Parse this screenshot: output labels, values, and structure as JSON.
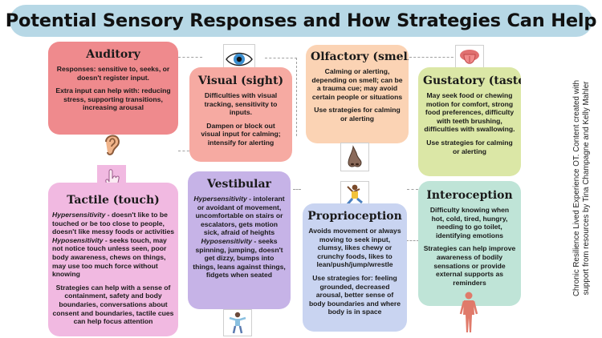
{
  "title": "Potential Sensory Responses and How Strategies Can Help",
  "credit": {
    "line1": "Chronic Resilience Lived Experience OT. Content created with",
    "line2": "support from resources by Tina Champagne and Kelly Mahler"
  },
  "colors": {
    "title_bg": "#b7d8e6",
    "auditory": "#ef8a8d",
    "visual": "#f6aaa2",
    "olfactory": "#fbd3b4",
    "gustatory": "#dbe7a6",
    "tactile": "#f1b9e1",
    "vestibular": "#c6b3e7",
    "proprioception": "#c9d4f1",
    "interoception": "#bfe4d7"
  },
  "cards": {
    "auditory": {
      "title": "Auditory",
      "p1": "Responses: sensitive to, seeks, or doesn't register input.",
      "p2": "Extra input can help with: reducing stress, supporting transitions, increasing arousal",
      "icon": "ear-icon"
    },
    "visual": {
      "title": "Visual (sight)",
      "p1": "Difficulties with visual tracking, sensitivity to inputs.",
      "p2": "Dampen or block out visual input for calming; intensify for alerting",
      "icon": "eye-icon"
    },
    "olfactory": {
      "title": "Olfactory (smell)",
      "p1": "Calming or alerting, depending on smell; can be a trauma cue; may avoid certain people or situations",
      "p2": "Use strategies for calming or alerting",
      "icon": "nose-icon"
    },
    "gustatory": {
      "title": "Gustatory (taste)",
      "p1": "May seek food or chewing motion for comfort, strong food preferences, difficulty with teeth brushing, difficulties with swallowing.",
      "p2": "Use strategies for calming or alerting",
      "icon": "tongue-icon"
    },
    "tactile": {
      "title": "Tactile (touch)",
      "hyper_label": "Hypersensitivity",
      "hyper_text": " - doesn't like to be touched or be too close to people, doesn't like messy foods or activities",
      "hypo_label": "Hyposensitivity",
      "hypo_text": " - seeks touch, may not notice touch unless seen, poor body awareness, chews on things, may use too much force without knowing",
      "p2": "Strategies can help with a sense of containment, safety and body boundaries, conversations about consent and boundaries, tactile cues can help focus attention",
      "icon": "hand-icon"
    },
    "vestibular": {
      "title": "Vestibular",
      "hyper_label": "Hypersensitivity",
      "hyper_text": " - intolerant or avoidant of movement, uncomfortable on stairs or escalators, gets motion sick, afraid of heights",
      "hypo_label": "Hyposensitivity",
      "hypo_text": " - seeks spinning, jumping, doesn't get dizzy, bumps into things, leans against things, fidgets when seated",
      "icon": "spinning-person-icon"
    },
    "proprioception": {
      "title": "Proprioception",
      "p1": "Avoids movement or always moving to seek input, clumsy, likes chewy or crunchy foods, likes to lean/push/jump/wrestle",
      "p2": "Use strategies for: feeling grounded, decreased arousal, better sense of body boundaries and where body is in space",
      "icon": "jumping-person-icon"
    },
    "interoception": {
      "title": "Interoception",
      "p1": "Difficulty knowing when hot, cold, tired, hungry, needing to go toilet, identifying emotions",
      "p2": "Strategies can help improve awareness of bodily sensations or provide external supports as reminders",
      "icon": "body-icon"
    }
  }
}
